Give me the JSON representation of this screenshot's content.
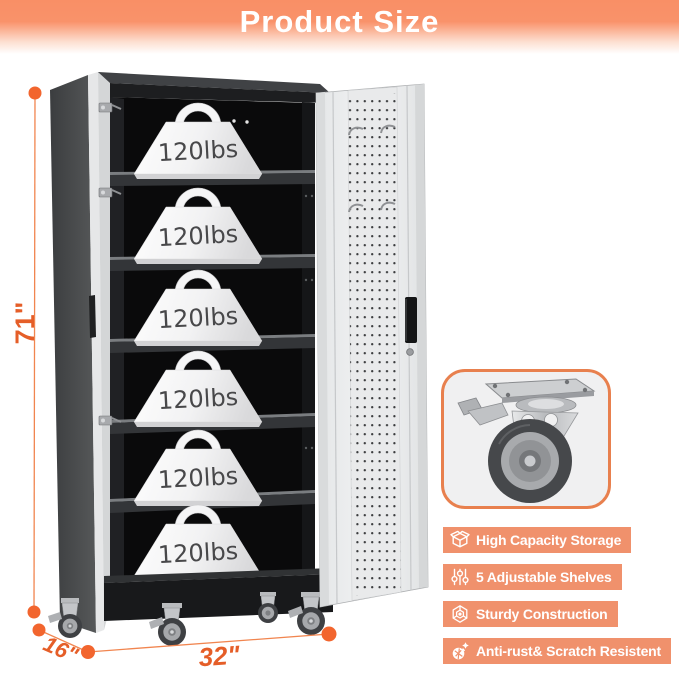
{
  "banner": {
    "title": "Product Size"
  },
  "dimensions": {
    "height": "71\"",
    "width": "32\"",
    "depth": "16\""
  },
  "cabinet": {
    "weights": [
      {
        "label": "120lbs"
      },
      {
        "label": "120lbs"
      },
      {
        "label": "120lbs"
      },
      {
        "label": "120lbs"
      },
      {
        "label": "120lbs"
      },
      {
        "label": "120lbs"
      }
    ]
  },
  "caster_card": {
    "image": "swivel-caster-wheel-with-brake"
  },
  "features": {
    "items": [
      {
        "icon": "storage-box-icon",
        "label": "High Capacity Storage"
      },
      {
        "icon": "adjustable-sliders-icon",
        "label": "5 Adjustable Shelves"
      },
      {
        "icon": "hexagon-structure-icon",
        "label": "Sturdy Construction"
      },
      {
        "icon": "anti-scratch-icon",
        "label": "Anti-rust& Scratch Resistent"
      }
    ]
  },
  "colors": {
    "banner_orange": "#F98F66",
    "badge_orange": "#F0916C",
    "dimension_orange": "#E86030",
    "cabinet_dark": "#1A1B1D",
    "door_interior_white": "#EFF0F1"
  }
}
